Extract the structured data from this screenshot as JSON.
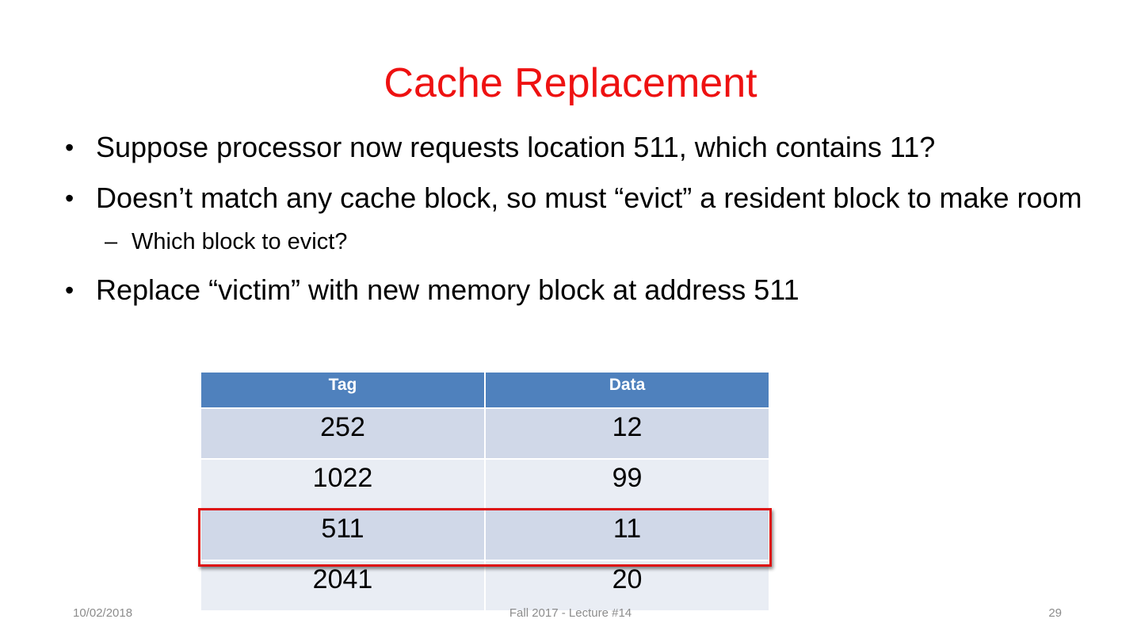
{
  "slide": {
    "title": "Cache Replacement",
    "bullets": [
      {
        "text": "Suppose processor now requests location 511, which contains 11?"
      },
      {
        "text": "Doesn’t match any cache block, so must “evict” a resident block to make room"
      },
      {
        "text": "Replace “victim” with new memory block at address 511"
      }
    ],
    "sub_bullet": "Which block to evict?",
    "table": {
      "headers": [
        "Tag",
        "Data"
      ],
      "rows": [
        [
          "252",
          "12"
        ],
        [
          "1022",
          "99"
        ],
        [
          "511",
          "11"
        ],
        [
          "2041",
          "20"
        ]
      ],
      "highlighted_row": 2
    },
    "footer": {
      "date": "10/02/2018",
      "center": "Fall 2017 - Lecture #14",
      "page": "29"
    }
  },
  "colors": {
    "title": "#ee1111",
    "header_bg": "#4f81bd",
    "row_dark": "#d0d8e8",
    "row_light": "#e9edf4",
    "highlight": "#dd1111",
    "footer_text": "#8c8c8c"
  }
}
